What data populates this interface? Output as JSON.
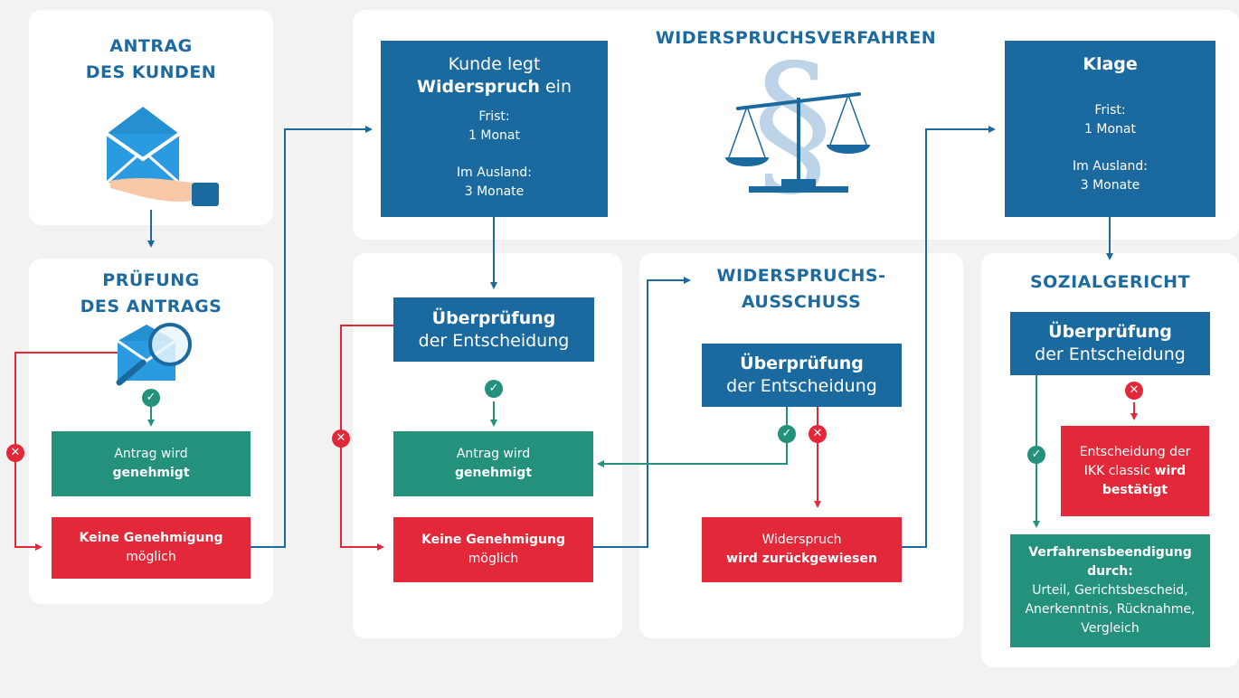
{
  "colors": {
    "blue": "#1a6aa0",
    "green": "#23917c",
    "red": "#e3283a",
    "panel": "#ffffff",
    "background": "#f2f2f2"
  },
  "col1": {
    "heading1": "ANTRAG",
    "heading2": "DES KUNDEN",
    "check_heading1": "PRÜFUNG",
    "check_heading2": "DES ANTRAGS",
    "approved_line1": "Antrag wird",
    "approved_line2": "genehmigt",
    "rejected_line1": "Keine Genehmigung",
    "rejected_line2": "möglich"
  },
  "widerspruch": {
    "title": "WIDERSPRUCHSVERFAHREN",
    "box_line1": "Kunde legt",
    "box_line2_bold": "Widerspruch",
    "box_line2_rest": " ein",
    "frist_label": "Frist:",
    "frist_value": "1 Monat",
    "ausland_label": "Im Ausland:",
    "ausland_value": "3 Monate"
  },
  "col2": {
    "review_line1": "Überprüfung",
    "review_line2": "der Entscheidung",
    "approved_line1": "Antrag wird",
    "approved_line2": "genehmigt",
    "rejected_line1": "Keine Genehmigung",
    "rejected_line2": "möglich"
  },
  "ausschuss": {
    "heading1": "WIDERSPRUCHS-",
    "heading2": "AUSSCHUSS",
    "review_line1": "Überprüfung",
    "review_line2": "der Entscheidung",
    "rejected_line1": "Widerspruch",
    "rejected_line2": "wird zurückgewiesen"
  },
  "klage": {
    "title": "Klage",
    "frist_label": "Frist:",
    "frist_value": "1 Monat",
    "ausland_label": "Im Ausland:",
    "ausland_value": "3 Monate"
  },
  "gericht": {
    "heading": "SOZIALGERICHT",
    "review_line1": "Überprüfung",
    "review_line2": "der Entscheidung",
    "confirmed_line1": "Entscheidung der",
    "confirmed_line2": "IKK classic ",
    "confirmed_line2_bold": "wird",
    "confirmed_line3": "bestätigt",
    "end_line1": "Verfahrensbeendigung",
    "end_line2": "durch:",
    "end_line3": "Urteil, Gerichtsbescheid,",
    "end_line4": "Anerkenntnis, Rücknahme,",
    "end_line5": "Vergleich"
  },
  "icons": {
    "check": "✓",
    "cross": "✕",
    "envelope": "envelope-hand-icon",
    "magnifier": "magnifier-envelope-icon",
    "scales": "scales-paragraph-icon",
    "paragraph": "§"
  }
}
